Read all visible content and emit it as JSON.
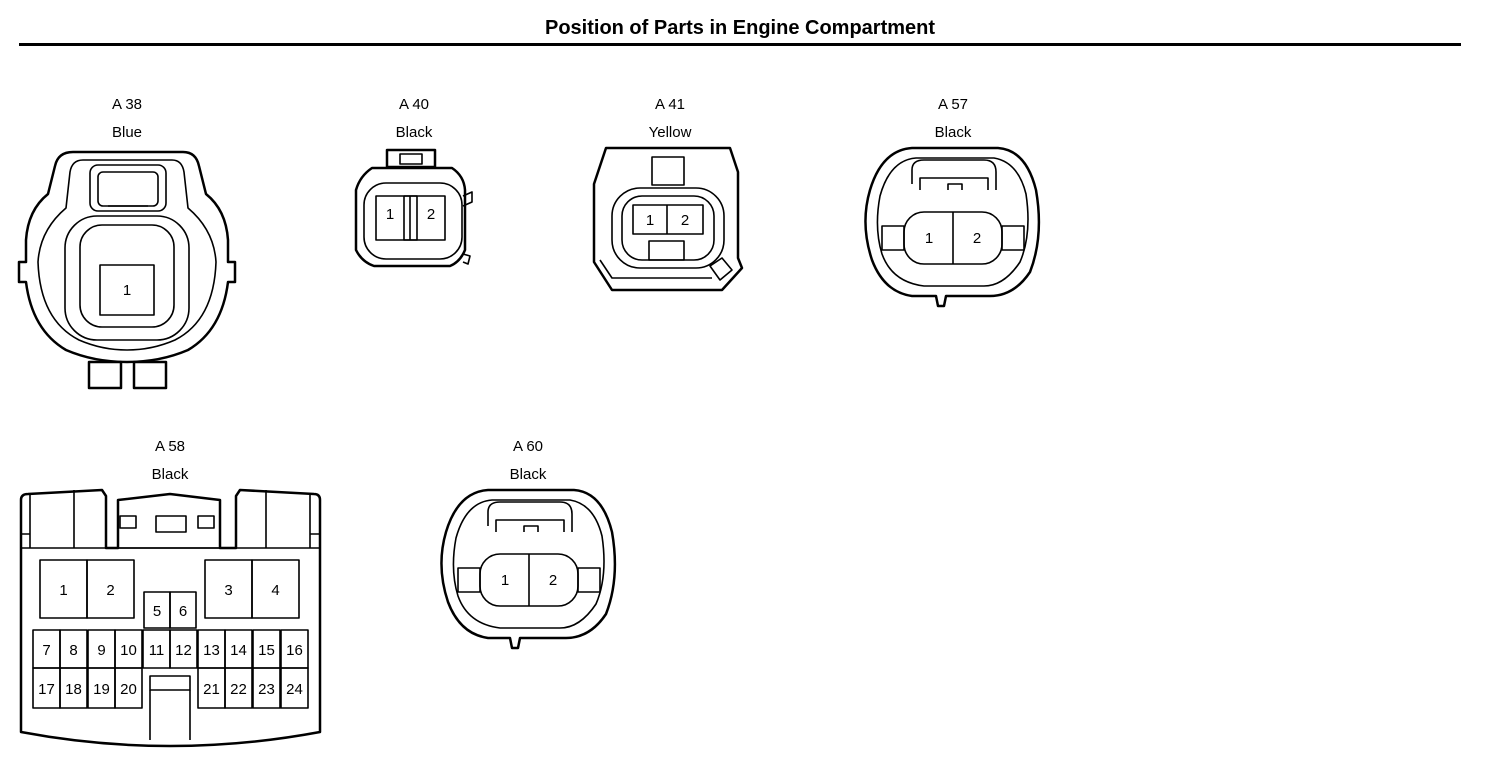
{
  "title": "Position of Parts in Engine Compartment",
  "connectors": {
    "a38": {
      "code": "A 38",
      "color": "Blue",
      "pins": [
        "1"
      ]
    },
    "a40": {
      "code": "A 40",
      "color": "Black",
      "pins": [
        "1",
        "2"
      ]
    },
    "a41": {
      "code": "A 41",
      "color": "Yellow",
      "pins": [
        "1",
        "2"
      ]
    },
    "a57": {
      "code": "A 57",
      "color": "Black",
      "pins": [
        "1",
        "2"
      ]
    },
    "a58": {
      "code": "A 58",
      "color": "Black",
      "pins": [
        "1",
        "2",
        "3",
        "4",
        "5",
        "6",
        "7",
        "8",
        "9",
        "10",
        "11",
        "12",
        "13",
        "14",
        "15",
        "16",
        "17",
        "18",
        "19",
        "20",
        "21",
        "22",
        "23",
        "24"
      ]
    },
    "a60": {
      "code": "A 60",
      "color": "Black",
      "pins": [
        "1",
        "2"
      ]
    }
  }
}
